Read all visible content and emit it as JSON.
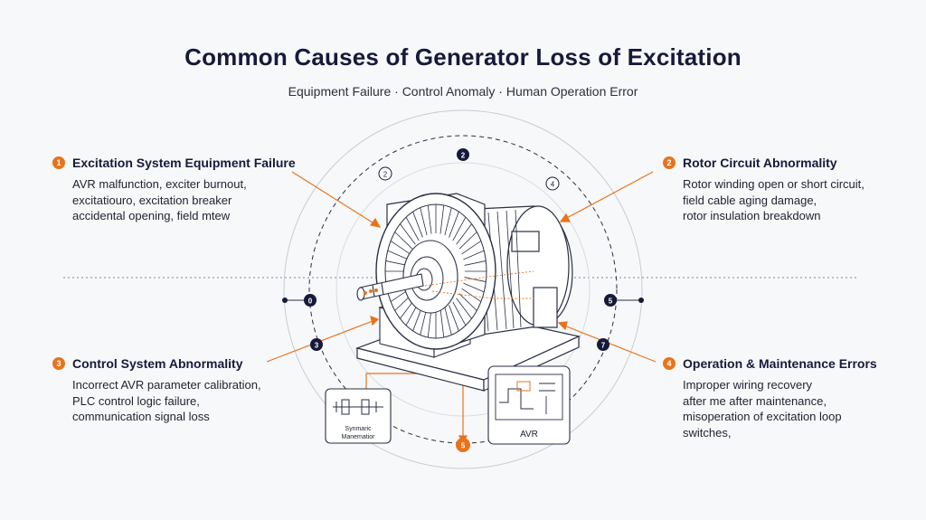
{
  "header": {
    "title": "Common Causes of Generator Loss of Excitation",
    "subtitle": "Equipment Failure · Control Anomaly · Human Operation Error"
  },
  "panels": [
    {
      "number": "1",
      "title": "Excitation System Equipment Failure",
      "lines": [
        "AVR malfunction, exciter burnout,",
        "excitatiouro, excitation breaker",
        "accidental opening, field mtew"
      ]
    },
    {
      "number": "2",
      "title": "Rotor Circuit Abnormality",
      "lines": [
        "Rotor winding open or short circuit,",
        "field cable aging damage,",
        "rotor insulation breakdown"
      ]
    },
    {
      "number": "3",
      "title": "Control System Abnormality",
      "lines": [
        "Incorrect AVR parameter calibration,",
        "PLC control logic failure,",
        "communication signal loss"
      ]
    },
    {
      "number": "4",
      "title": "Operation & Maintenance Errors",
      "lines": [
        "Improper wiring recovery",
        "after me after maintenance,",
        "misoperation of excitation loop",
        "switches,"
      ]
    }
  ],
  "ring_markers": {
    "top": "2",
    "top_left": "2",
    "top_right": "4",
    "left": "0",
    "right": "5",
    "lower_left": "3",
    "lower_right": "7",
    "bottom": "5"
  },
  "insets": {
    "left_label_line1": "Synmaric",
    "left_label_line2": "Manematior",
    "right_label": "AVR"
  },
  "colors": {
    "accent": "#e8731c",
    "navy": "#161a3a",
    "line": "#2a2f45"
  }
}
